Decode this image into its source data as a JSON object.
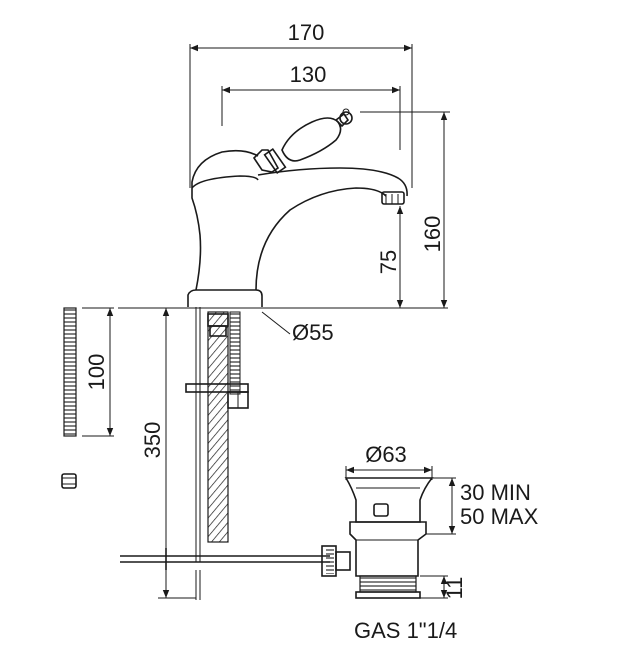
{
  "dimensions": {
    "width_overall": "170",
    "width_spout": "130",
    "height_total": "160",
    "height_spout": "75",
    "base_diameter": "Ø55",
    "hose_length": "350",
    "thread_length": "100",
    "drain_diameter": "Ø63",
    "drain_min": "30 MIN",
    "drain_max": "50 MAX",
    "drain_thread": "11",
    "drain_gas": "GAS 1\"1/4"
  },
  "colors": {
    "ink": "#1a1a1a",
    "background": "#ffffff"
  }
}
